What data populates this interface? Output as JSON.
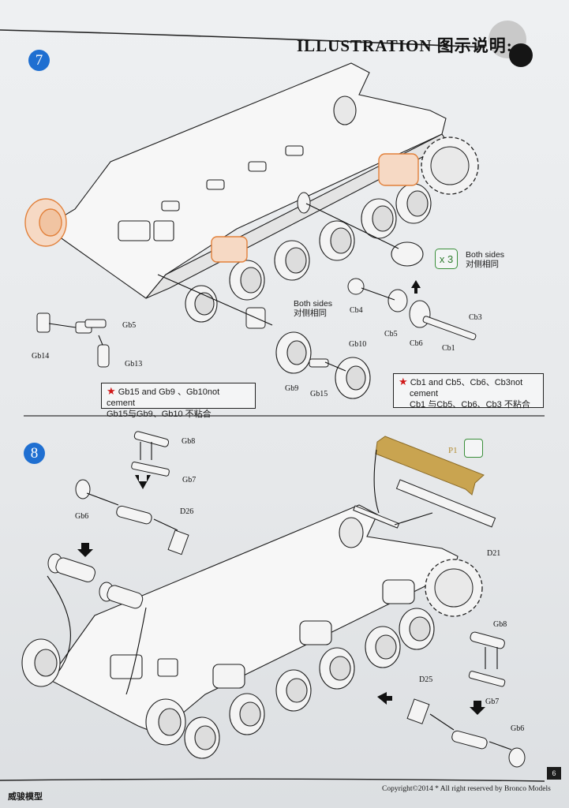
{
  "header": {
    "title": "ILLUSTRATION 图示说明:"
  },
  "step7": {
    "number": "7",
    "labels": {
      "gb5": "Gb5",
      "gb14": "Gb14",
      "gb13": "Gb13",
      "gb10": "Gb10",
      "gb9": "Gb9",
      "gb15": "Gb15",
      "cb4": "Cb4",
      "cb5": "Cb5",
      "cb6": "Cb6",
      "cb1": "Cb1",
      "cb3": "Cb3"
    },
    "both_sides_1": {
      "en": "Both sides",
      "cn": "对侧相同"
    },
    "both_sides_2": {
      "en": "Both sides",
      "cn": "对侧相同"
    },
    "multiplier": "x 3",
    "note_left": {
      "line1": "Gb15 and Gb9 、Gb10not cement",
      "line2": "Gb15与Gb9、Gb10 不粘合"
    },
    "note_right": {
      "line1": "Cb1 and Cb5、Cb6、Cb3not",
      "line2": "cement",
      "line3": "Cb1 与Cb5、Cb6、Cb3 不粘合"
    }
  },
  "step8": {
    "number": "8",
    "labels": {
      "gb8_top": "Gb8",
      "gb7_top": "Gb7",
      "gb6_left": "Gb6",
      "d26": "D26",
      "p1": "P1",
      "d21": "D21",
      "gb8_right": "Gb8",
      "gb7_right": "Gb7",
      "d25": "D25",
      "gb6_right": "Gb6"
    }
  },
  "footer": {
    "left": "威骏模型",
    "right": "Copyright©2014  * All right reserved by Bronco Models",
    "page": "6"
  },
  "colors": {
    "step_badge": "#1f6fd1",
    "highlight_orange": "#e2803a",
    "star_red": "#d01818",
    "etch_gold": "#c9a450",
    "frame_green": "#3a8f3a"
  }
}
